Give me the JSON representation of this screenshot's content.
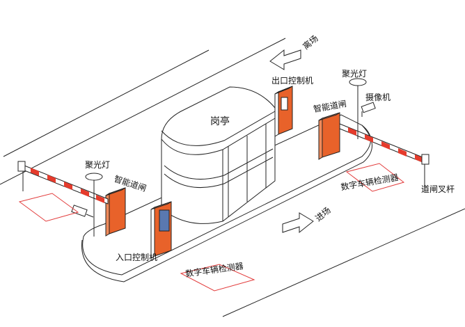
{
  "labels": {
    "kiosk": "岗亭",
    "exit_direction": "离场",
    "entry_direction": "进场",
    "exit_controller": "出口控制机",
    "entry_controller": "入口控制机",
    "spotlight_right": "聚光灯",
    "spotlight_left": "聚光灯",
    "camera": "摄像机",
    "smart_barrier_right": "智能道闸",
    "smart_barrier_left": "智能道闸",
    "vehicle_detector_right": "数字车辆检测器",
    "vehicle_detector_left": "数字车辆检测器",
    "barrier_fork": "道闸叉杆"
  },
  "colors": {
    "line": "#222222",
    "barrier_orange": "#e8622a",
    "barrier_stripe_red": "#e53b2c",
    "detector_red": "#e23b3b",
    "panel_blue": "#5a78b0"
  }
}
